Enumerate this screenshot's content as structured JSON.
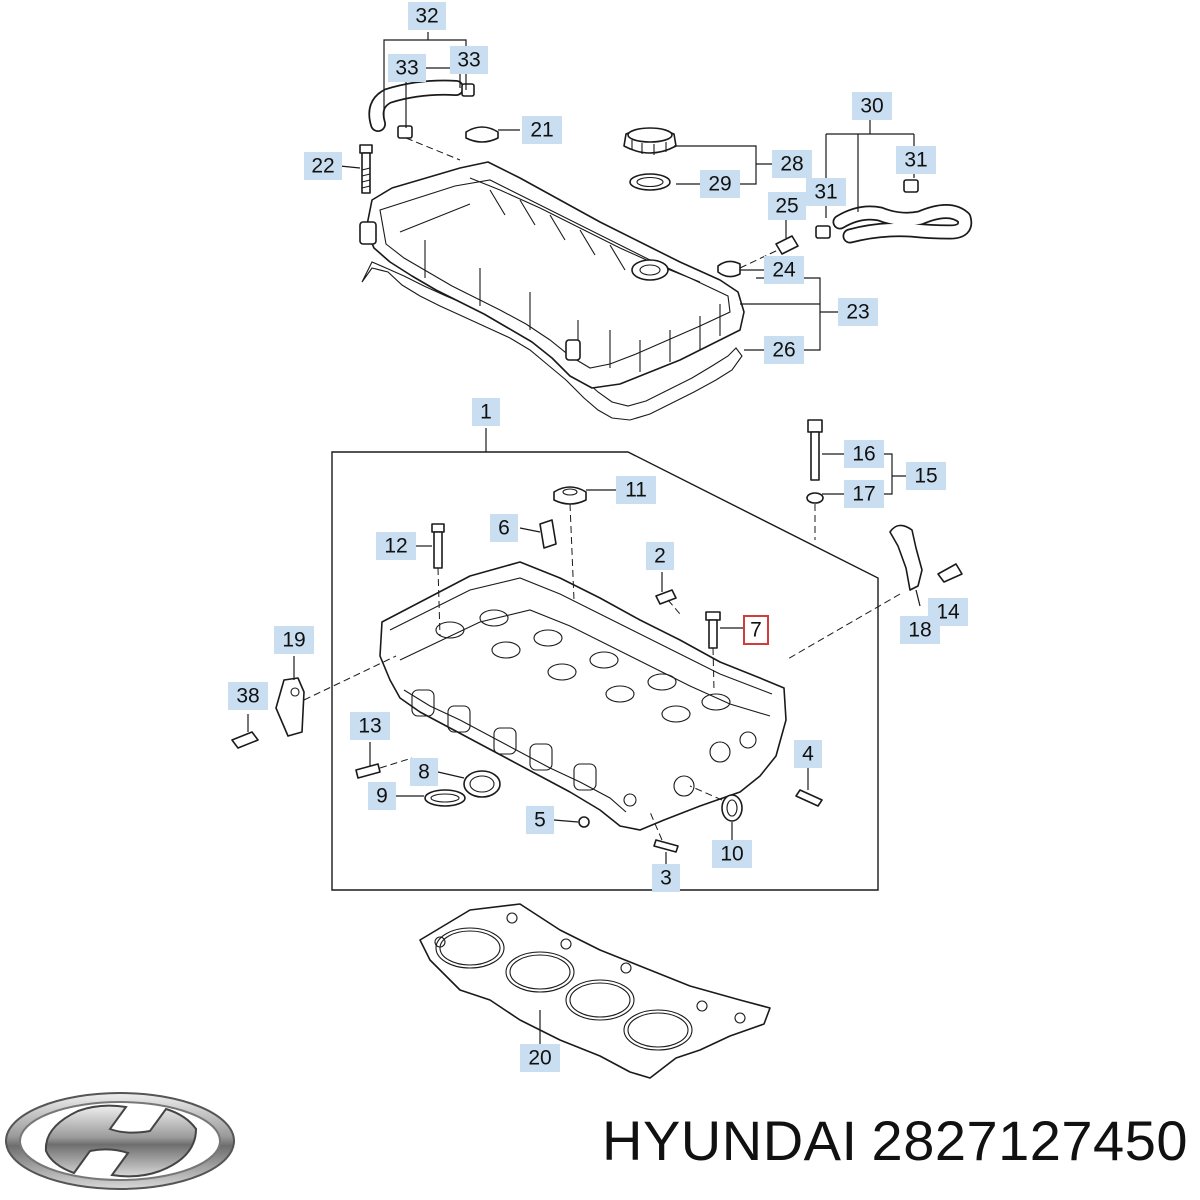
{
  "caption": {
    "brand": "HYUNDAI",
    "part_number": "2827127450"
  },
  "logo": {
    "icon": "hyundai-logo-icon",
    "wordmark": "HYUNDAI"
  },
  "highlight_color": "#d23c3c",
  "label_color": "#c9def0",
  "callouts": [
    {
      "id": "c32a",
      "text": "32"
    },
    {
      "id": "c33a",
      "text": "33"
    },
    {
      "id": "c33b",
      "text": "33"
    },
    {
      "id": "c21",
      "text": "21"
    },
    {
      "id": "c22",
      "text": "22"
    },
    {
      "id": "c30",
      "text": "30"
    },
    {
      "id": "c28",
      "text": "28"
    },
    {
      "id": "c29",
      "text": "29"
    },
    {
      "id": "c31a",
      "text": "31"
    },
    {
      "id": "c31b",
      "text": "31"
    },
    {
      "id": "c25",
      "text": "25"
    },
    {
      "id": "c24",
      "text": "24"
    },
    {
      "id": "c23",
      "text": "23"
    },
    {
      "id": "c26",
      "text": "26"
    },
    {
      "id": "c1",
      "text": "1"
    },
    {
      "id": "c16",
      "text": "16"
    },
    {
      "id": "c15",
      "text": "15"
    },
    {
      "id": "c17",
      "text": "17"
    },
    {
      "id": "c11",
      "text": "11"
    },
    {
      "id": "c6",
      "text": "6"
    },
    {
      "id": "c12",
      "text": "12"
    },
    {
      "id": "c2",
      "text": "2"
    },
    {
      "id": "c7",
      "text": "7",
      "highlight": true
    },
    {
      "id": "c14",
      "text": "14"
    },
    {
      "id": "c18",
      "text": "18"
    },
    {
      "id": "c19",
      "text": "19"
    },
    {
      "id": "c38",
      "text": "38"
    },
    {
      "id": "c13",
      "text": "13"
    },
    {
      "id": "c8",
      "text": "8"
    },
    {
      "id": "c9",
      "text": "9"
    },
    {
      "id": "c4",
      "text": "4"
    },
    {
      "id": "c5",
      "text": "5"
    },
    {
      "id": "c10",
      "text": "10"
    },
    {
      "id": "c3",
      "text": "3"
    },
    {
      "id": "c20",
      "text": "20"
    }
  ]
}
